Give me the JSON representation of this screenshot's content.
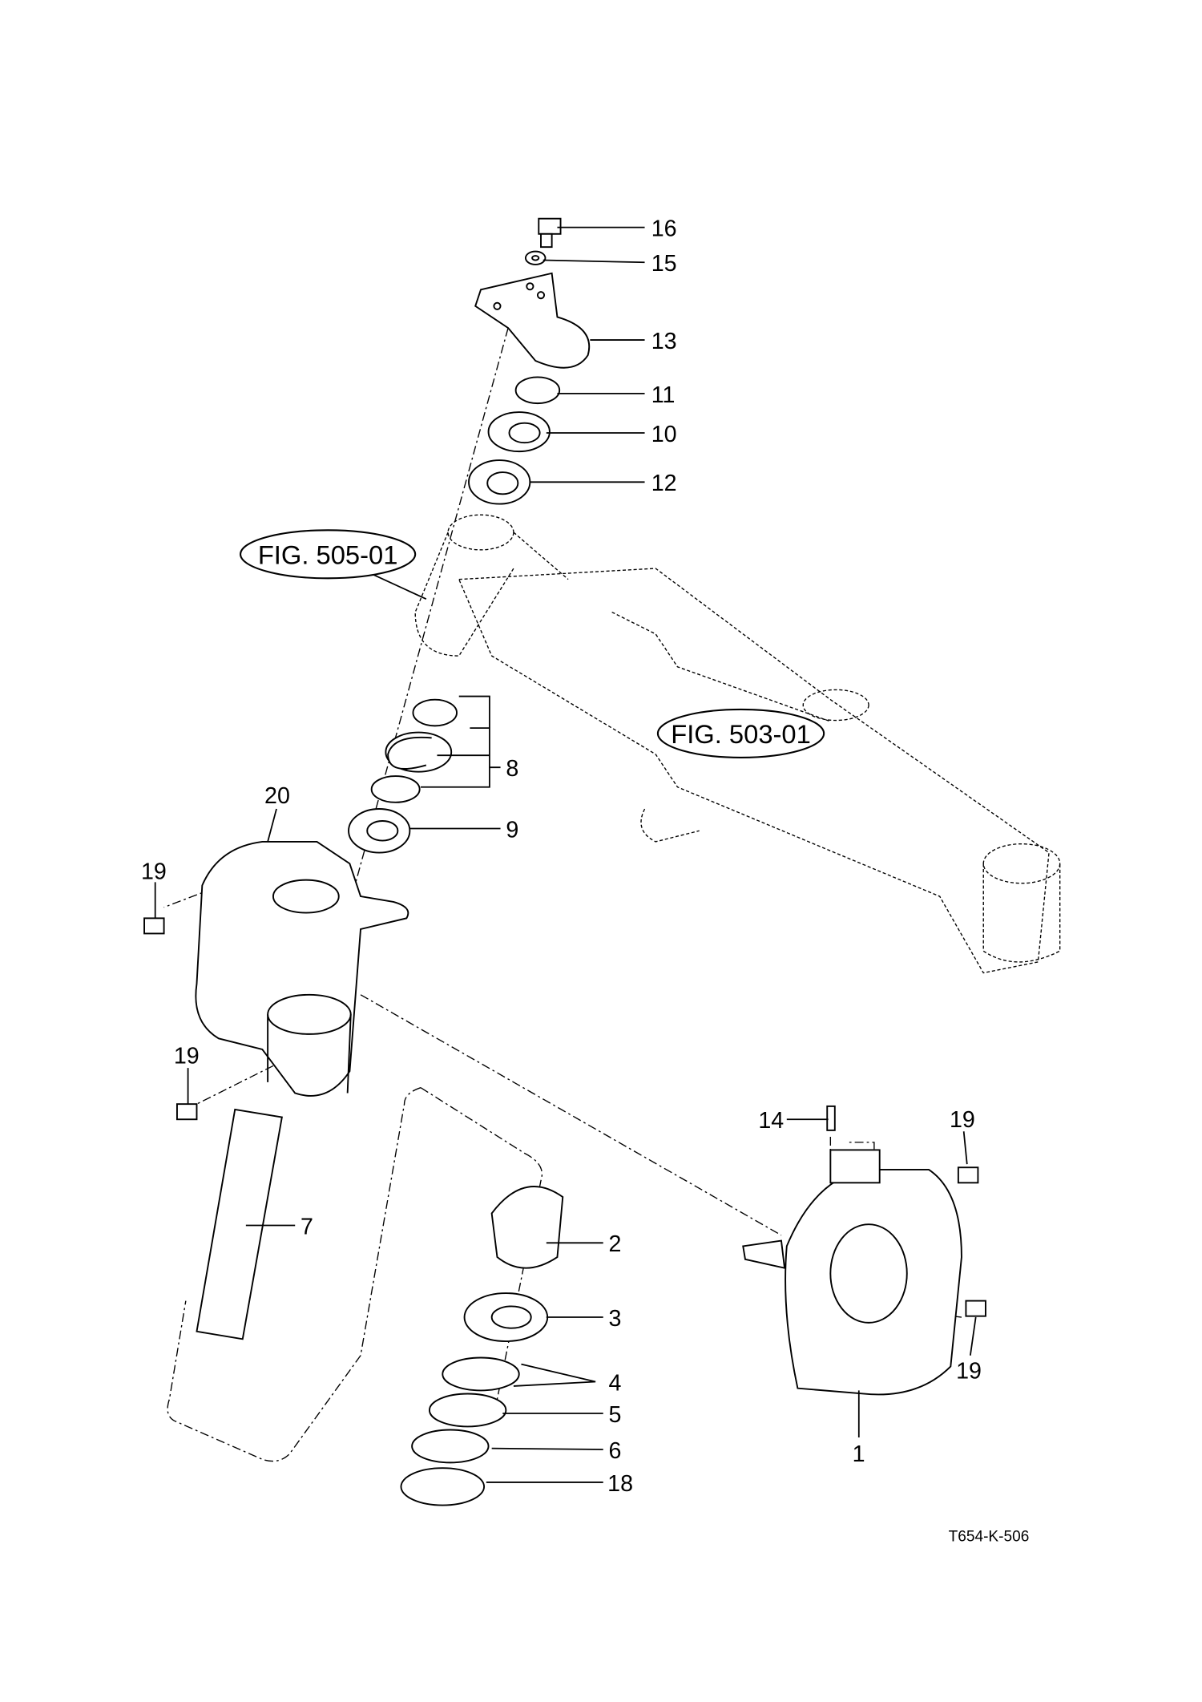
{
  "diagram": {
    "drawing_code": "T654-K-506",
    "figure_refs": [
      "FIG. 505-01",
      "FIG. 503-01"
    ],
    "part_callouts": [
      "16",
      "15",
      "13",
      "11",
      "10",
      "12",
      "8",
      "9",
      "20",
      "19",
      "19",
      "7",
      "2",
      "3",
      "4",
      "5",
      "6",
      "18",
      "14",
      "19",
      "19",
      "1"
    ]
  }
}
